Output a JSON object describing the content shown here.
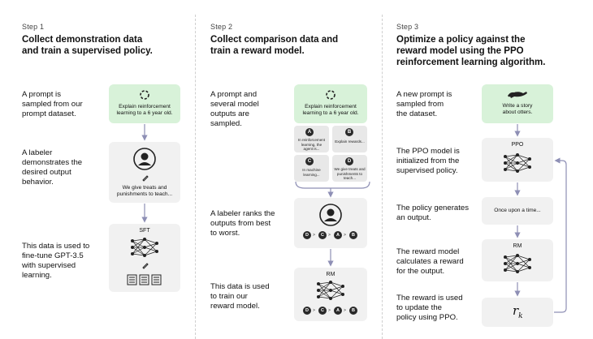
{
  "steps": [
    {
      "label": "Step 1",
      "title_line1": "Collect demonstration data",
      "title_line2": "and train a supervised policy.",
      "rows": [
        {
          "text": [
            "A prompt is",
            "sampled from our",
            "prompt dataset."
          ]
        },
        {
          "text": [
            "A labeler",
            "demonstrates the",
            "desired output",
            "behavior."
          ]
        },
        {
          "text": [
            "This data is used to",
            "fine-tune GPT-3.5",
            "with supervised",
            "learning."
          ]
        }
      ],
      "prompt_box": [
        "Explain reinforcement",
        "learning to a 6 year old."
      ],
      "labeler_box": [
        "We give treats and",
        "punishments to teach..."
      ],
      "model_label": "SFT"
    },
    {
      "label": "Step 2",
      "title_line1": "Collect comparison data and",
      "title_line2": "train a reward model.",
      "rows": [
        {
          "text": [
            "A prompt and",
            "several model",
            "outputs are",
            "sampled."
          ]
        },
        {
          "text": [
            "A labeler ranks the",
            "outputs from best",
            "to worst."
          ]
        },
        {
          "text": [
            "This data is used",
            "to train our",
            "reward model."
          ]
        }
      ],
      "prompt_box": [
        "Explain reinforcement",
        "learning to a 6 year old."
      ],
      "outputs": [
        {
          "letter": "A",
          "text": [
            "In reinforcement",
            "learning, the",
            "agent is..."
          ]
        },
        {
          "letter": "B",
          "text": [
            "Explain rewards..."
          ]
        },
        {
          "letter": "C",
          "text": [
            "In machine",
            "learning..."
          ]
        },
        {
          "letter": "D",
          "text": [
            "We give treats and",
            "punishments to",
            "teach..."
          ]
        }
      ],
      "ranking": [
        "D",
        ">",
        "C",
        ">",
        "A",
        ">",
        "B"
      ],
      "model_label": "RM"
    },
    {
      "label": "Step 3",
      "title_line1": "Optimize a policy against the",
      "title_line2": "reward model using the PPO",
      "title_line3": "reinforcement learning algorithm.",
      "rows": [
        {
          "text": [
            "A new prompt is",
            "sampled from",
            "the dataset."
          ]
        },
        {
          "text": [
            "The PPO model is",
            "initialized from the",
            "supervised policy."
          ]
        },
        {
          "text": [
            "The policy generates",
            "an output."
          ]
        },
        {
          "text": [
            "The reward model",
            "calculates a reward",
            "for the output."
          ]
        },
        {
          "text": [
            "The reward is used",
            "to update the",
            "policy using PPO."
          ]
        }
      ],
      "prompt_box": [
        "Write a story",
        "about otters."
      ],
      "ppo_label": "PPO",
      "output_text": "Once upon a time...",
      "rm_label": "RM",
      "reward_symbol": "r",
      "reward_sub": "k"
    }
  ],
  "colors": {
    "green_box": "#d8f2d9",
    "gray_box": "#f1f1f1",
    "arrow": "#8e8fb5",
    "icon": "#222222"
  }
}
